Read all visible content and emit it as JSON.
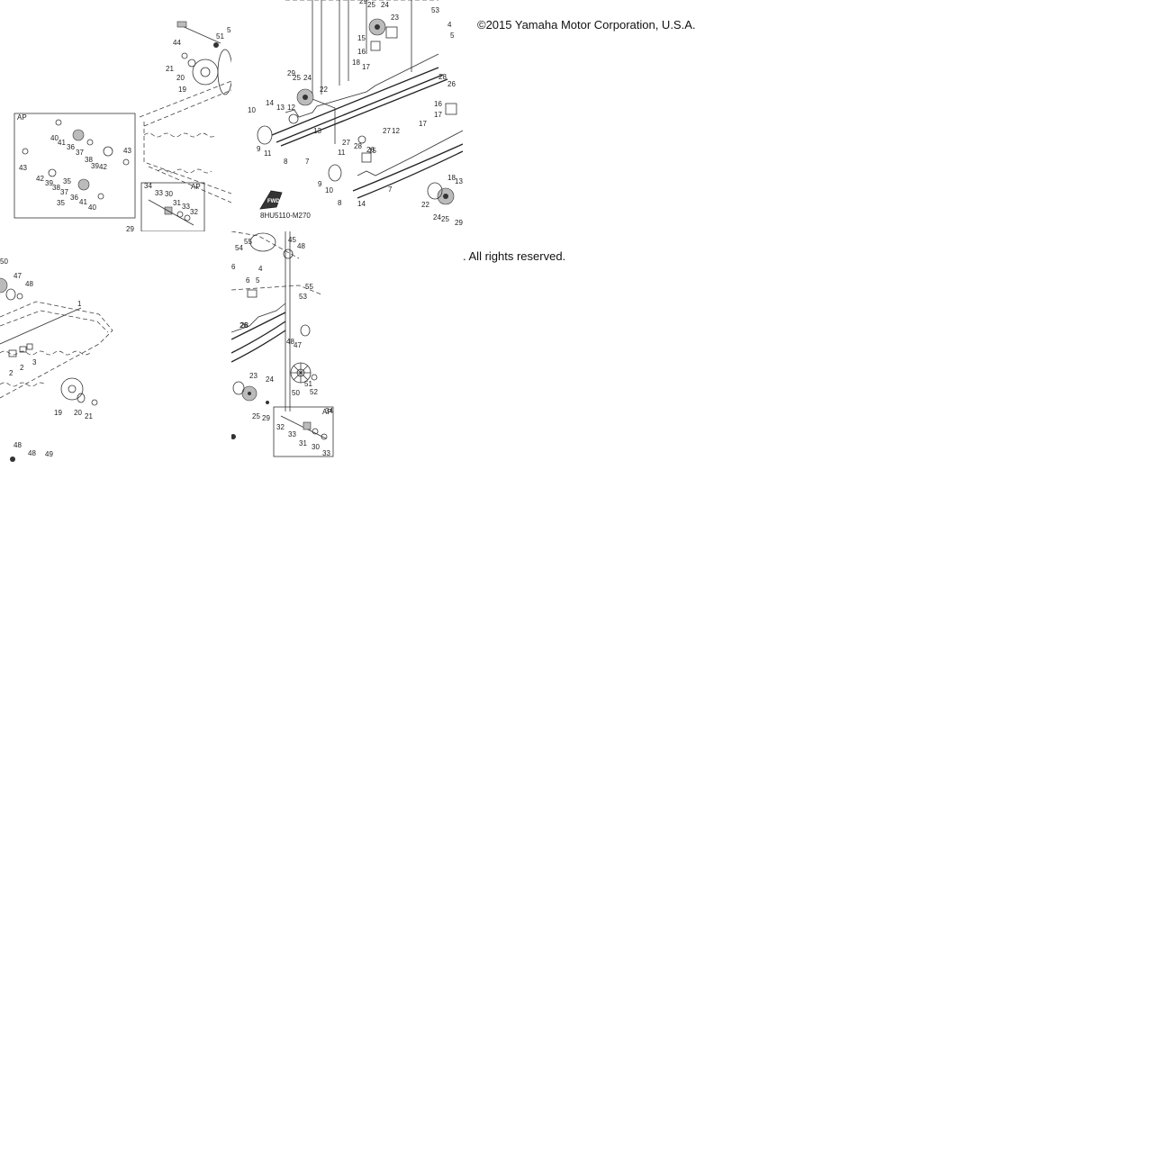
{
  "copyright": {
    "line1": "©2015 Yamaha Motor Corporation, U.S.A.",
    "line2": ". All rights reserved."
  },
  "diagram": {
    "code": "8HU5110-M270",
    "fwd": "FWD",
    "ap": "AP",
    "tile1": {
      "labels": [
        "44",
        "5",
        "51",
        "21",
        "20",
        "19",
        "40",
        "41",
        "36",
        "37",
        "38",
        "39",
        "42",
        "43",
        "43",
        "42",
        "39",
        "38",
        "37",
        "35",
        "36",
        "41",
        "40",
        "35",
        "34",
        "33",
        "30",
        "31",
        "33",
        "32",
        "29"
      ]
    },
    "tile2": {
      "labels": [
        "29",
        "25",
        "24",
        "23",
        "53",
        "15",
        "16",
        "4",
        "5",
        "18",
        "17",
        "28",
        "26",
        "29",
        "25",
        "24",
        "22",
        "10",
        "14",
        "13",
        "12",
        "13",
        "9",
        "11",
        "8",
        "7",
        "27",
        "28",
        "26",
        "27",
        "12",
        "15",
        "16",
        "17",
        "17",
        "18",
        "13",
        "11",
        "9",
        "10",
        "8",
        "14",
        "7",
        "22",
        "24",
        "25",
        "29"
      ]
    },
    "tile3": {
      "labels": [
        "50",
        "47",
        "48",
        "1",
        "3",
        "2",
        "2",
        "19",
        "20",
        "21",
        "48",
        "48",
        "49"
      ]
    },
    "tile4": {
      "labels": [
        "55",
        "54",
        "45",
        "48",
        "6",
        "4",
        "6",
        "5",
        "55",
        "53",
        "26",
        "28",
        "48",
        "47",
        "23",
        "24",
        "50",
        "51",
        "52",
        "25",
        "29",
        "32",
        "33",
        "31",
        "30",
        "33",
        "34"
      ]
    }
  }
}
